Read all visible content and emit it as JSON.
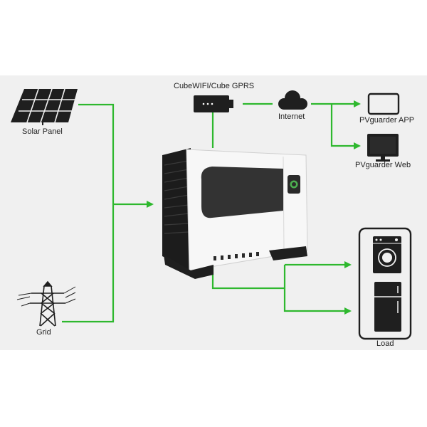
{
  "labels": {
    "solar_panel": "Solar Panel",
    "grid": "Grid",
    "wifi": "CubeWIFI/Cube GPRS",
    "internet": "Internet",
    "app": "PVguarder APP",
    "web": "PVguarder Web",
    "load": "Load"
  },
  "colors": {
    "line": "#2eb82e",
    "background": "#f0f0f0",
    "icon_dark": "#1f1f1f"
  },
  "icons": [
    "solar-panel-icon",
    "transmission-tower-icon",
    "wifi-dongle-icon",
    "cloud-icon",
    "tablet-icon",
    "monitor-icon",
    "inverter-image",
    "washing-machine-icon",
    "refrigerator-icon"
  ]
}
